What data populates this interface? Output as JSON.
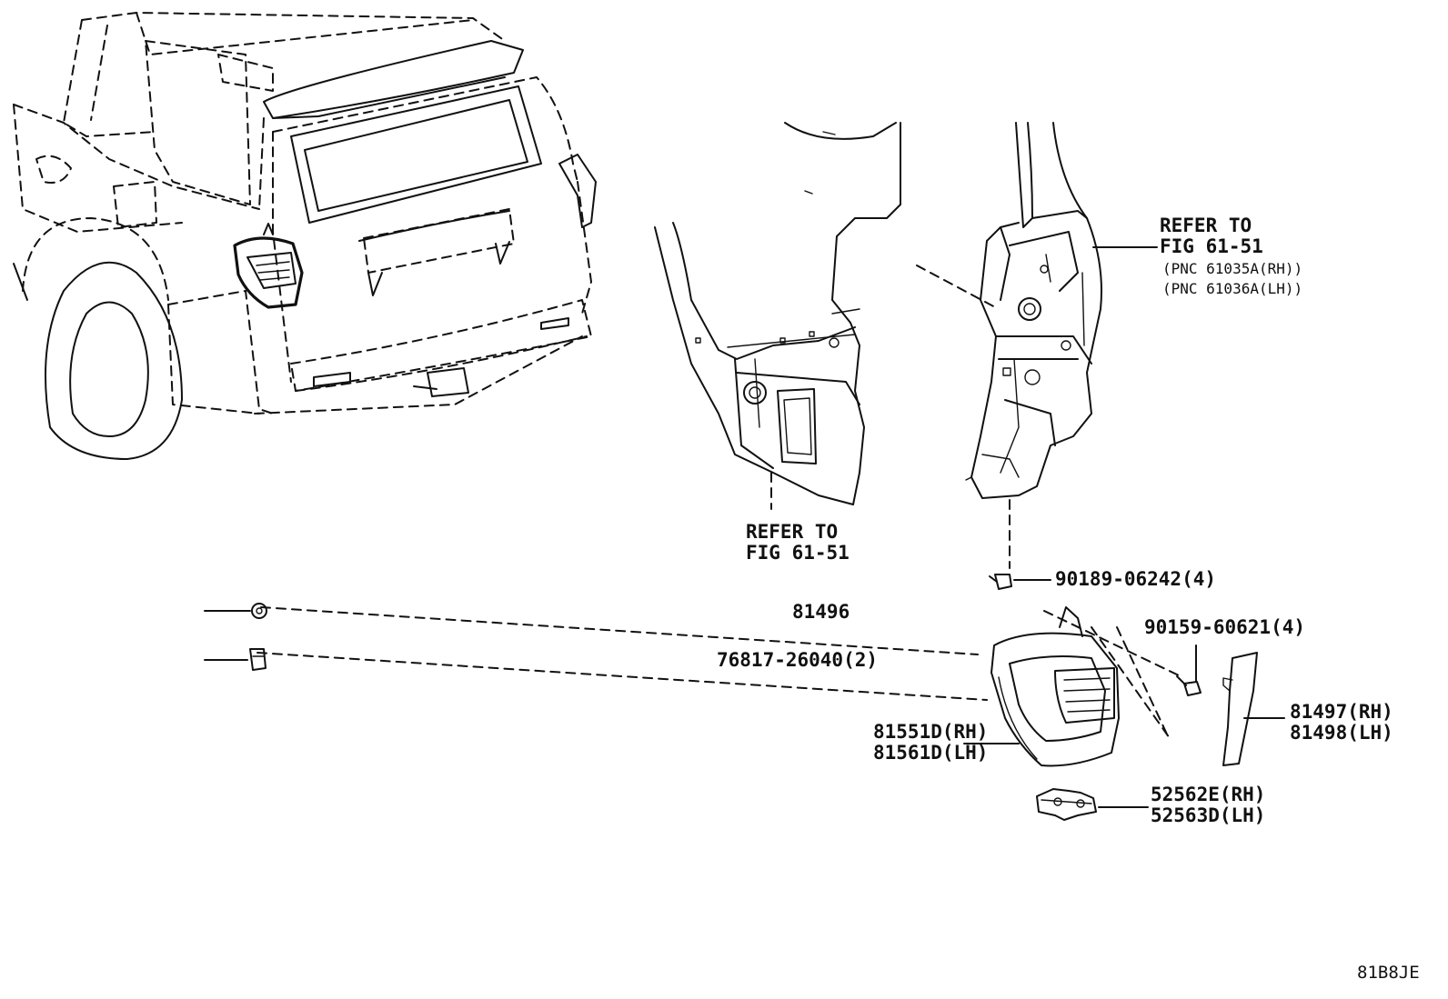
{
  "callouts": {
    "refer_upper_1": "REFER TO",
    "refer_upper_2": "FIG 61-51",
    "pnc_rh": "(PNC 61035A(RH))",
    "pnc_lh": "(PNC 61036A(LH))",
    "refer_lower_1": "REFER TO",
    "refer_lower_2": "FIG 61-51"
  },
  "parts": {
    "screw_upper": "90189-06242(4)",
    "grommet": "81496",
    "screw_lower": "90159-60621(4)",
    "clip": "76817-26040(2)",
    "lamp_rh": "81551D(RH)",
    "lamp_lh": "81561D(LH)",
    "cover_rh": "81497(RH)",
    "cover_lh": "81498(LH)",
    "bracket_rh": "52562E(RH)",
    "bracket_lh": "52563D(LH)"
  },
  "figure_code": "81B8JE"
}
